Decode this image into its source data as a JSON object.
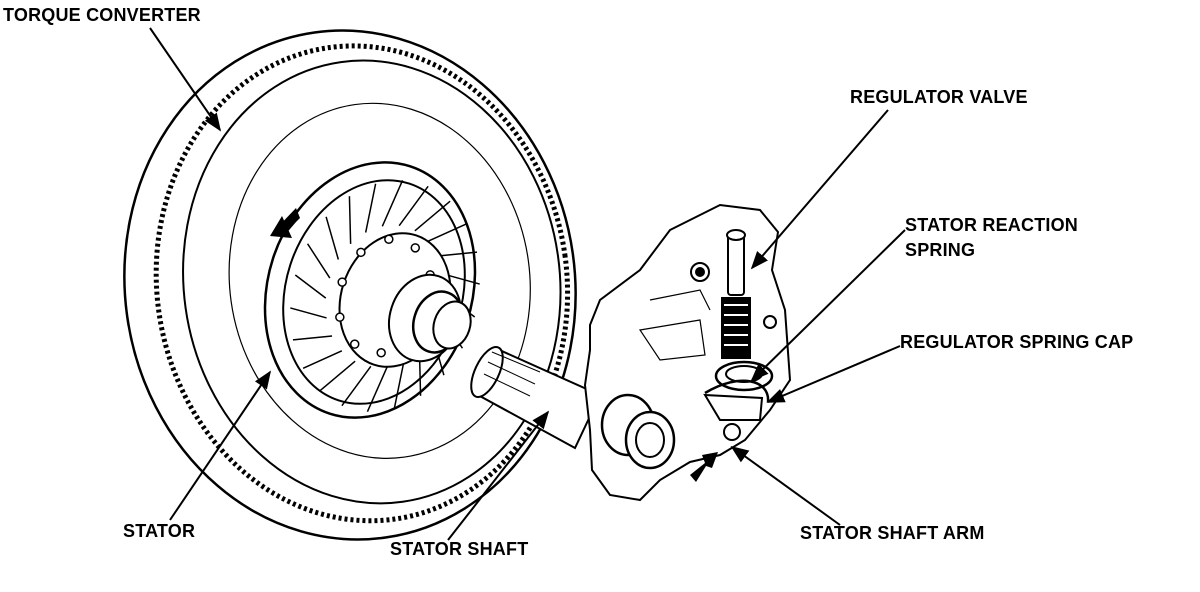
{
  "labels": {
    "torque_converter": "TORQUE CONVERTER",
    "regulator_valve": "REGULATOR VALVE",
    "stator_reaction_spring_line1": "STATOR REACTION",
    "stator_reaction_spring_line2": "SPRING",
    "regulator_spring_cap": "REGULATOR SPRING CAP",
    "stator": "STATOR",
    "stator_shaft": "STATOR SHAFT",
    "stator_shaft_arm": "STATOR SHAFT ARM"
  },
  "colors": {
    "ink": "#000000",
    "paper": "#ffffff"
  }
}
